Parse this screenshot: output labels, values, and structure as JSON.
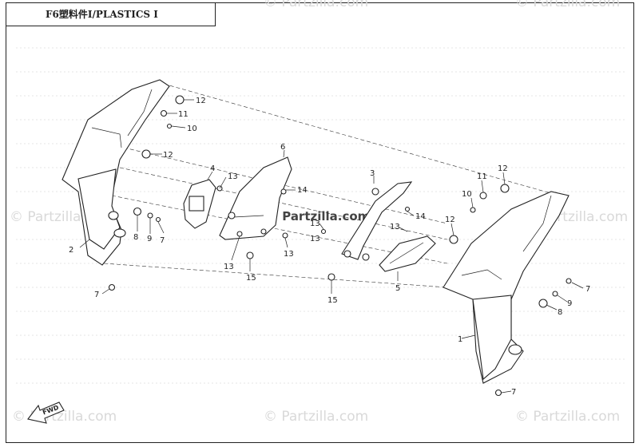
{
  "title": "F6塑料件Ⅰ/PLASTICS Ⅰ",
  "watermarks": {
    "brand": "© Partzilla.com",
    "center": "© Partzilla.com"
  },
  "fwd_label": "FWD",
  "callouts": [
    "1",
    "2",
    "3",
    "4",
    "5",
    "6",
    "7",
    "7",
    "7",
    "7",
    "8",
    "8",
    "9",
    "9",
    "10",
    "10",
    "11",
    "11",
    "12",
    "12",
    "12",
    "12",
    "13",
    "13",
    "13",
    "13",
    "13",
    "13",
    "14",
    "14",
    "15",
    "15"
  ],
  "colors": {
    "ink": "#222222",
    "watermark": "#d9d9d9"
  }
}
